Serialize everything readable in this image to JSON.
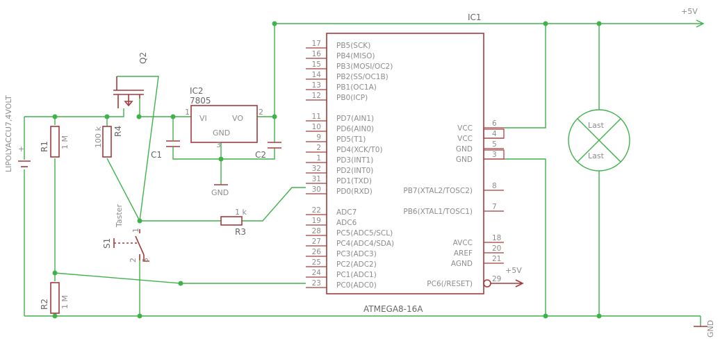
{
  "title": "ATMEGA8-16A",
  "colors": {
    "wire": "#3fb24a",
    "component": "#a33a3a",
    "label": "#8c8c8c",
    "background": "#ffffff"
  },
  "ic1": {
    "name": "IC1",
    "type": "ATMEGA8-16A",
    "left_pins": [
      {
        "num": "17",
        "name": "PB5(SCK)"
      },
      {
        "num": "16",
        "name": "PB4(MISO)"
      },
      {
        "num": "15",
        "name": "PB3(MOSI/OC2)"
      },
      {
        "num": "14",
        "name": "PB2(SS/OC1B)"
      },
      {
        "num": "13",
        "name": "PB1(OC1A)"
      },
      {
        "num": "12",
        "name": "PB0(ICP)"
      },
      {
        "num": "11",
        "name": "PD7(AIN1)"
      },
      {
        "num": "10",
        "name": "PD6(AIN0)"
      },
      {
        "num": "9",
        "name": "PD5(T1)"
      },
      {
        "num": "2",
        "name": "PD4(XCK/T0)"
      },
      {
        "num": "1",
        "name": "PD3(INT1)"
      },
      {
        "num": "32",
        "name": "PD2(INT0)"
      },
      {
        "num": "31",
        "name": "PD1(TXD)"
      },
      {
        "num": "30",
        "name": "PD0(RXD)"
      },
      {
        "num": "22",
        "name": "ADC7"
      },
      {
        "num": "19",
        "name": "ADC6"
      },
      {
        "num": "28",
        "name": "PC5(ADC5/SCL)"
      },
      {
        "num": "27",
        "name": "PC4(ADC4/SDA)"
      },
      {
        "num": "26",
        "name": "PC3(ADC3)"
      },
      {
        "num": "25",
        "name": "PC2(ADC2)"
      },
      {
        "num": "24",
        "name": "PC1(ADC1)"
      },
      {
        "num": "23",
        "name": "PC0(ADC0)"
      }
    ],
    "right_pins": [
      {
        "num": "6",
        "name": "VCC"
      },
      {
        "num": "4",
        "name": "VCC"
      },
      {
        "num": "5",
        "name": "GND"
      },
      {
        "num": "3",
        "name": "GND"
      },
      {
        "num": "8",
        "name": "PB7(XTAL2/TOSC2)"
      },
      {
        "num": "7",
        "name": "PB6(XTAL1/TOSC1)"
      },
      {
        "num": "18",
        "name": "AVCC"
      },
      {
        "num": "20",
        "name": "AREF"
      },
      {
        "num": "21",
        "name": "AGND"
      },
      {
        "num": "29",
        "name": "PC6(/RESET)"
      }
    ]
  },
  "ic2": {
    "name": "IC2",
    "value": "7805",
    "vi": "VI",
    "vo": "VO",
    "gnd": "GND",
    "pin1": "1",
    "pin2": "2",
    "pin3": "3"
  },
  "r1": {
    "name": "R1",
    "value": "1 M"
  },
  "r2": {
    "name": "R2",
    "value": "1 M"
  },
  "r3": {
    "name": "R3",
    "value": "1 k"
  },
  "r4": {
    "name": "R4",
    "value": "100 k"
  },
  "c1": {
    "name": "C1"
  },
  "c2": {
    "name": "C2"
  },
  "q2": {
    "name": "Q2"
  },
  "s1": {
    "name": "S1",
    "value": "Taster",
    "pin1": "1",
    "pin2": "2",
    "pin3": "3"
  },
  "battery": {
    "name": "LIPOLYACCU7,4VOLT",
    "plus": "+"
  },
  "load": {
    "label_top": "Last",
    "label_bottom": "Last"
  },
  "supply": {
    "top_right": "+5V",
    "reset": "+5V",
    "gnd_regulator": "GND",
    "gnd_right": "GND"
  }
}
